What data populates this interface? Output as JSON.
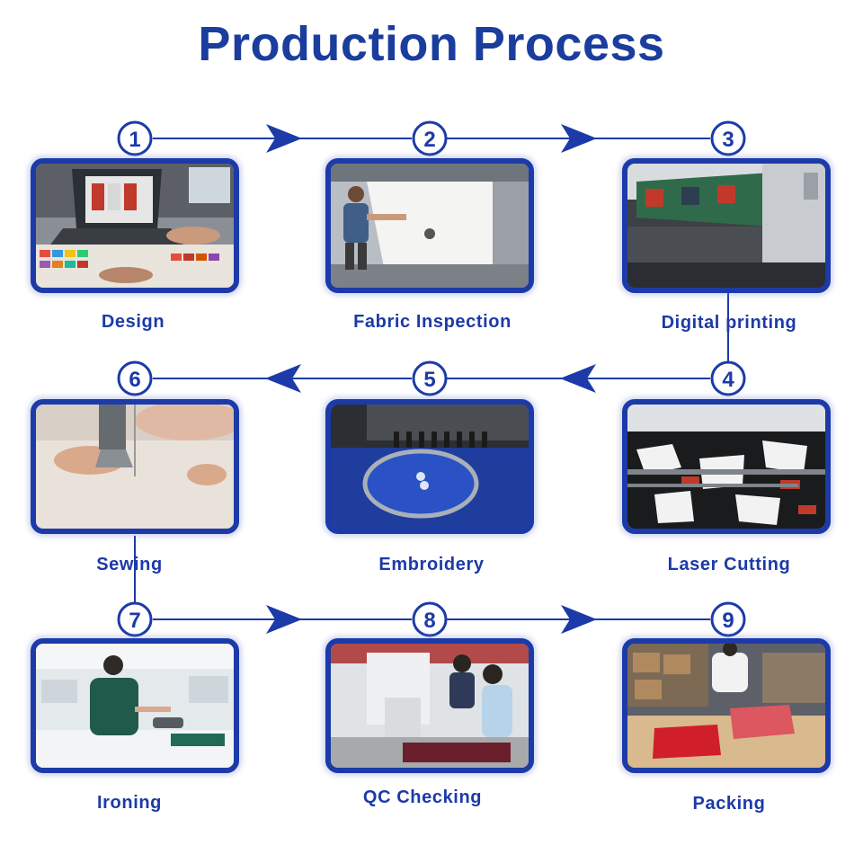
{
  "title": "Production Process",
  "colors": {
    "accent": "#1c3aa8",
    "title": "#1a3d9e"
  },
  "steps": [
    {
      "number": "1",
      "label": "Design",
      "photo": "designer-laptop-color-swatches"
    },
    {
      "number": "2",
      "label": "Fabric Inspection",
      "photo": "worker-inspecting-fabric-roll"
    },
    {
      "number": "3",
      "label": "Digital printing",
      "photo": "large-format-printer"
    },
    {
      "number": "4",
      "label": "Laser Cutting",
      "photo": "laser-cutter-bed"
    },
    {
      "number": "5",
      "label": "Embroidery",
      "photo": "embroidery-machine-hoop"
    },
    {
      "number": "6",
      "label": "Sewing",
      "photo": "sewing-machine-needle"
    },
    {
      "number": "7",
      "label": "Ironing",
      "photo": "worker-ironing-garment"
    },
    {
      "number": "8",
      "label": "QC Checking",
      "photo": "workers-checking-quality"
    },
    {
      "number": "9",
      "label": "Packing",
      "photo": "packing-red-jerseys"
    }
  ]
}
